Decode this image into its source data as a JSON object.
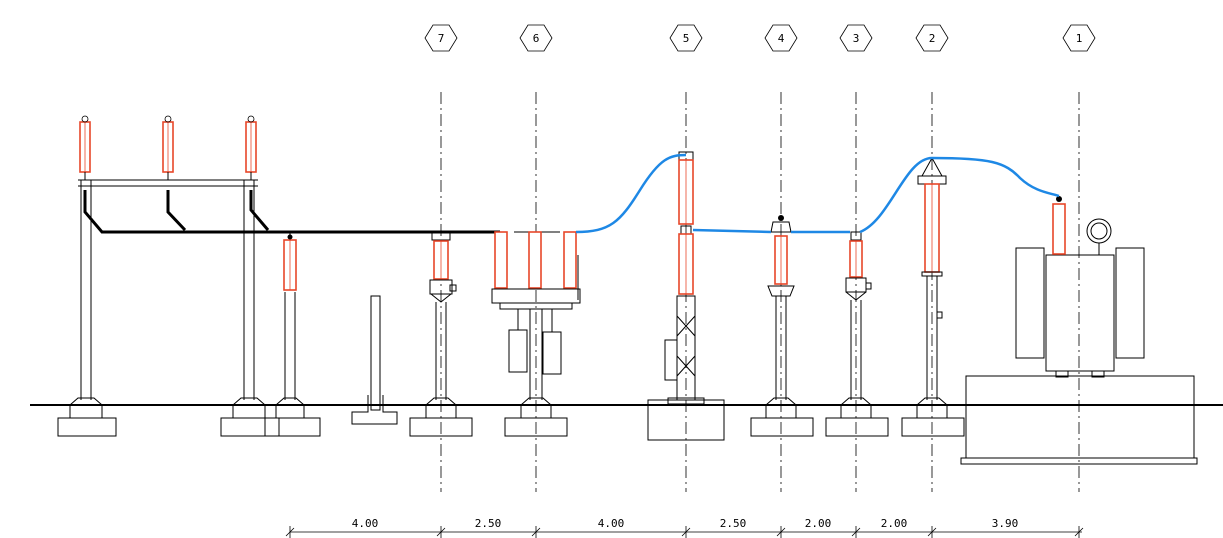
{
  "positions": [
    {
      "id": "7",
      "label": "7"
    },
    {
      "id": "6",
      "label": "6"
    },
    {
      "id": "5",
      "label": "5"
    },
    {
      "id": "4",
      "label": "4"
    },
    {
      "id": "3",
      "label": "3"
    },
    {
      "id": "2",
      "label": "2"
    },
    {
      "id": "1",
      "label": "1"
    }
  ],
  "dimensions": [
    "4.00",
    "2.50",
    "4.00",
    "2.50",
    "2.00",
    "2.00",
    "3.90"
  ],
  "colors": {
    "insulator": "#e8472a",
    "cable": "#1e88e5",
    "line": "#000000",
    "background": "#ffffff"
  }
}
